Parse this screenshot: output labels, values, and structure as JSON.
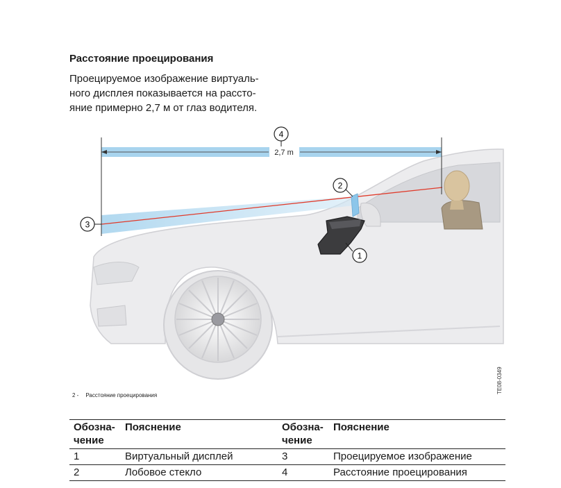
{
  "section": {
    "title": "Расстояние проецирования",
    "paragraph_lines": [
      "Проецируемое изображение виртуаль-",
      "ного дисплея показывается на рассто-",
      "яние примерно 2,7 м от глаз водителя."
    ]
  },
  "figure": {
    "distance_label": "2,7 m",
    "callouts": [
      "1",
      "2",
      "3",
      "4"
    ],
    "code": "TE08-0349",
    "caption_number": "2 -",
    "caption_text": "Расстояние проецирования",
    "colors": {
      "beam": "#a8d4ee",
      "line": "#e03a2a",
      "car": "#e8e8ea"
    }
  },
  "legend": {
    "headers": {
      "designation_line1": "Обозна-",
      "designation_line2": "чение",
      "explanation": "Пояснение"
    },
    "rows": [
      {
        "n1": "1",
        "t1": "Виртуальный дисплей",
        "n2": "3",
        "t2": "Проецируемое изображение"
      },
      {
        "n1": "2",
        "t1": "Лобовое стекло",
        "n2": "4",
        "t2": "Расстояние проецирования"
      }
    ]
  }
}
